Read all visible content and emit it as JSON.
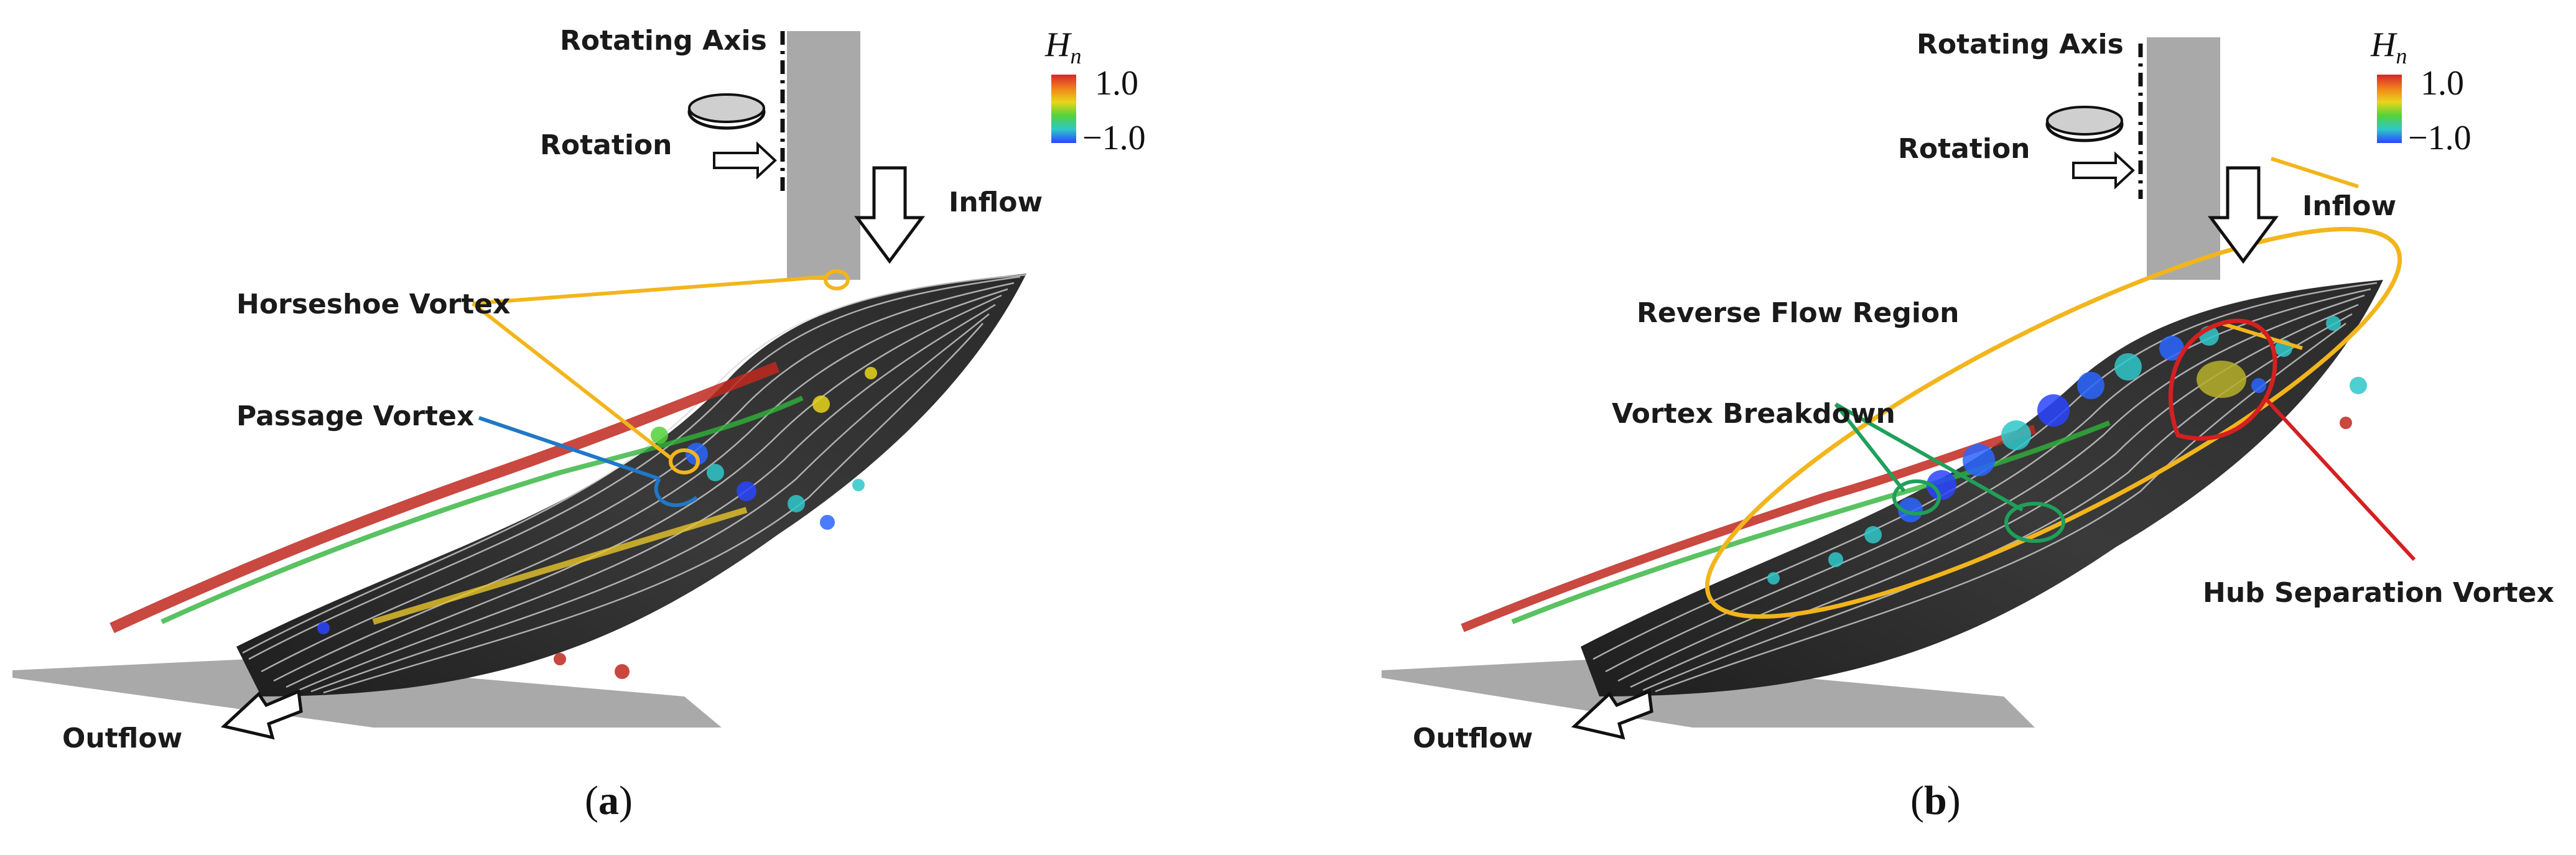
{
  "colorbar": {
    "symbol": "H",
    "subscript": "n",
    "max": "1.0",
    "min": "−1.0"
  },
  "panel_a": {
    "caption_open": "(",
    "caption_letter": "a",
    "caption_close": ")",
    "labels": {
      "rotating_axis": "Rotating Axis",
      "rotation": "Rotation",
      "inflow": "Inflow",
      "outflow": "Outflow",
      "horseshoe_vortex": "Horseshoe Vortex",
      "passage_vortex": "Passage Vortex"
    }
  },
  "panel_b": {
    "caption_open": "(",
    "caption_letter": "b",
    "caption_close": ")",
    "labels": {
      "rotating_axis": "Rotating Axis",
      "rotation": "Rotation",
      "inflow": "Inflow",
      "outflow": "Outflow",
      "reverse_flow_region": "Reverse Flow Region",
      "vortex_breakdown": "Vortex Breakdown",
      "hub_separation_vortex": "Hub Separation Vortex"
    }
  },
  "colors": {
    "horseshoe": "#f2b51c",
    "passage": "#1f78c8",
    "reverse": "#f2b51c",
    "breakdown": "#1fa05a",
    "hub_separation": "#d42020",
    "shaft": "#a9a9a9",
    "blade": "#2b2b2b"
  }
}
